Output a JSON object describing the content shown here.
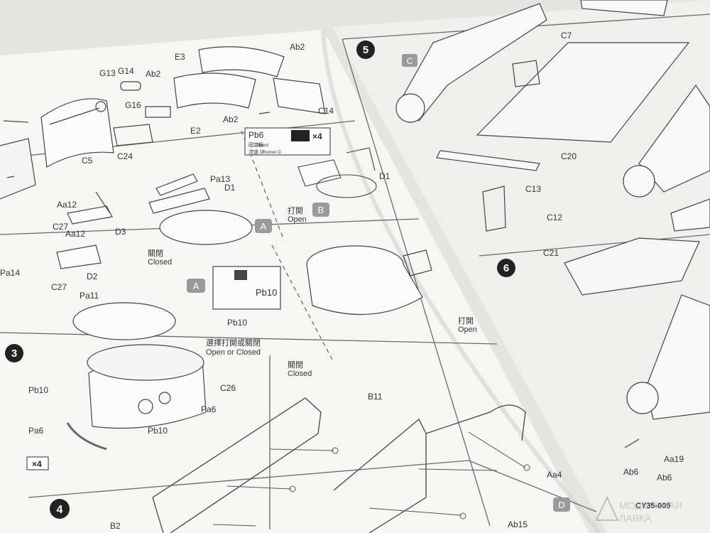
{
  "colors": {
    "background": "#e4e4e2",
    "paper_left": "#f6f6f4",
    "paper_right": "#efefed",
    "ink": "#3c3c3c",
    "badge_grey": "#9a9a9a",
    "step_black": "#222222"
  },
  "steps": {
    "s3": "3",
    "s4": "4",
    "s5": "5",
    "s6": "6"
  },
  "sub_badges": {
    "A": "A",
    "B": "B",
    "C": "C",
    "D": "D"
  },
  "left_page": {
    "parts_top": [
      "G13",
      "G14",
      "Ab2",
      "E3",
      "Ab2",
      "G16",
      "C24",
      "C5",
      "E2",
      "Ab2",
      "C14"
    ],
    "pb6_box": {
      "part": "Pb6",
      "line1": "固定板",
      "line2": "Board",
      "line3": "流道 D",
      "line4": "Runner D",
      "count": "×4"
    },
    "parts_row2": [
      "Pa13",
      "D1",
      "Aa12",
      "C27",
      "Aa12",
      "D3",
      "D2",
      "Pa14",
      "C27",
      "Pa11",
      "D1"
    ],
    "open_zh": "打開",
    "open_en": "Open",
    "closed_zh": "關閉",
    "closed_en": "Closed",
    "pb10_box": "Pb10",
    "parts_row3": [
      "Pb10",
      "Pb10",
      "Pa6",
      "C26",
      "Pa6",
      "Pb10"
    ],
    "choose_zh": "選擇打開或關閉",
    "choose_en": "Open or Closed",
    "times4": "×4",
    "open2_zh": "打開",
    "open2_en": "Open",
    "closed2_zh": "關閉",
    "closed2_en": "Closed",
    "parts_row4": [
      "B11",
      "B2",
      "Aa4",
      "Ab15"
    ]
  },
  "right_page": {
    "parts": [
      "C7",
      "C20",
      "C13",
      "C12",
      "C21",
      "Ab6",
      "Aa19",
      "Ab6"
    ],
    "code": "CY35-005"
  },
  "watermark": {
    "line1": "МОДЕЛЬНАЯ",
    "line2": "ЛАВКА"
  }
}
